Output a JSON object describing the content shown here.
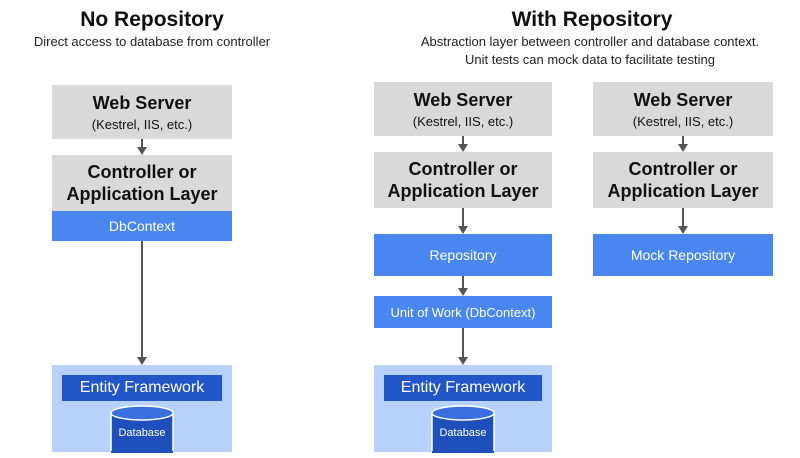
{
  "left": {
    "title": "No Repository",
    "subtitle": "Direct access to database from controller",
    "web_server": {
      "label": "Web Server",
      "sub": "(Kestrel, IIS, etc.)"
    },
    "controller": {
      "line1": "Controller or",
      "line2": "Application Layer"
    },
    "dbcontext": "DbContext",
    "entity_framework": "Entity Framework",
    "database": "Database"
  },
  "right": {
    "title": "With Repository",
    "subtitle_line1": "Abstraction layer between controller and database context.",
    "subtitle_line2": "Unit tests can mock data to facilitate testing",
    "main": {
      "web_server": {
        "label": "Web Server",
        "sub": "(Kestrel, IIS, etc.)"
      },
      "controller": {
        "line1": "Controller or",
        "line2": "Application Layer"
      },
      "repository": "Repository",
      "unit_of_work": "Unit of Work (DbContext)",
      "entity_framework": "Entity Framework",
      "database": "Database"
    },
    "test": {
      "web_server": {
        "label": "Web Server",
        "sub": "(Kestrel, IIS, etc.)"
      },
      "controller": {
        "line1": "Controller or",
        "line2": "Application Layer"
      },
      "mock_repository": "Mock Repository"
    }
  },
  "colors": {
    "grey_box": "#d9d9d9",
    "blue_box": "#4a86f0",
    "dark_blue_box": "#2155c8",
    "ef_area": "#b9d2fb",
    "arrow": "#555555"
  }
}
